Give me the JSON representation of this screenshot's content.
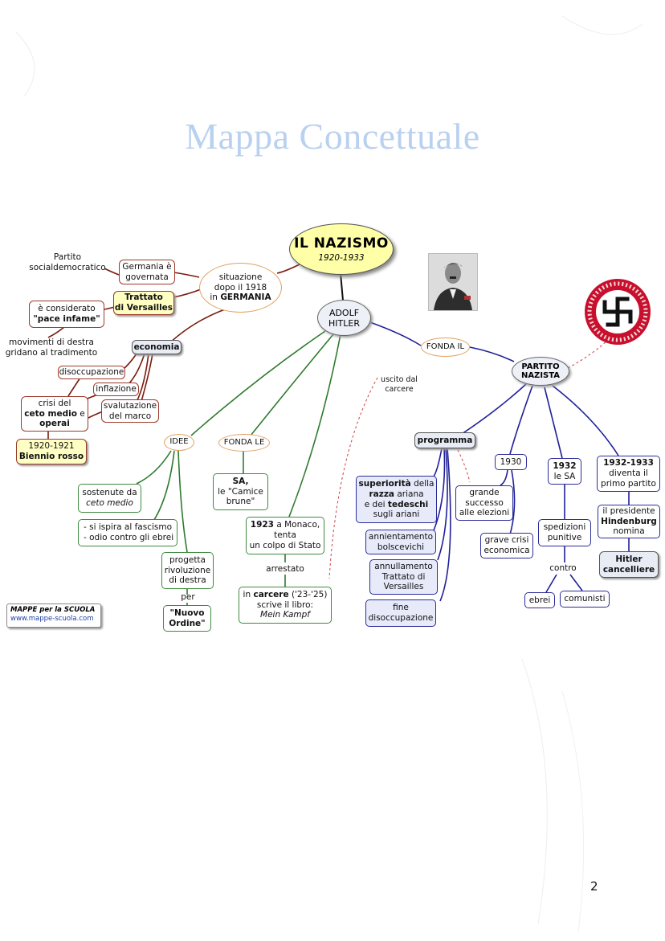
{
  "page": {
    "title": "Mappa Concettuale",
    "page_number": "2",
    "credit_line1": "MAPPE per la SCUOLA",
    "credit_line2": "www.mappe-scuola.com"
  },
  "map": {
    "main": {
      "title": "IL NAZISMO",
      "dates": "1920-1933"
    },
    "situazione": {
      "line1": "situazione",
      "line2": "dopo il 1918",
      "line3_prefix": "in ",
      "line3_bold": "GERMANIA"
    },
    "partito_socialdemocratico": {
      "line1": "Partito",
      "line2": "socialdemocratico"
    },
    "germania_governata": {
      "line1": "Germania è",
      "line2": "governata"
    },
    "trattato": {
      "line1": "Trattato",
      "line2": "di Versailles"
    },
    "considerato": {
      "line1": "è considerato",
      "line2": "\"pace infame\""
    },
    "movimenti": {
      "line1": "movimenti di destra",
      "line2": "gridano al tradimento"
    },
    "economia": "economia",
    "disoccupazione": "disoccupazione",
    "inflazione": "inflazione",
    "crisi": {
      "line1": "crisi del",
      "line2": "ceto medio",
      "line2_suffix": " e",
      "line3": "operai"
    },
    "svalutazione": {
      "line1": "svalutazione",
      "line2": "del marco"
    },
    "biennio": {
      "line1": "1920-1921",
      "line2": "Biennio rosso"
    },
    "hitler": {
      "line1": "ADOLF",
      "line2": "HITLER"
    },
    "idee": "IDEE",
    "fonda_le": "FONDA LE",
    "sa": {
      "line1": "SA,",
      "line2": "le \"Camice",
      "line3": "brune\""
    },
    "sostenute": {
      "line1": "sostenute da",
      "line2": "ceto medio"
    },
    "fascismo": {
      "line1": "- si ispira al fascismo",
      "line2": "- odio contro gli ebrei"
    },
    "progetta": {
      "line1": "progetta",
      "line2": "rivoluzione",
      "line3": "di destra"
    },
    "per": "per",
    "nuovo_ordine": {
      "line1": "\"Nuovo",
      "line2": "Ordine\""
    },
    "monaco": {
      "line1_bold": "1923",
      "line1_rest": " a Monaco,",
      "line2": "tenta",
      "line3": "un colpo di Stato"
    },
    "arrestato": "arrestato",
    "carcere": {
      "line1_prefix": "in ",
      "line1_bold": "carcere",
      "line1_rest": " ('23-'25)",
      "line2": "scrive il libro:",
      "line3": "Mein Kampf"
    },
    "fonda_il": "FONDA IL",
    "uscito": {
      "line1": "uscito dal",
      "line2": "carcere"
    },
    "partito": {
      "line1": "PARTITO",
      "line2": "NAZISTA"
    },
    "programma": "programma",
    "superiorita": {
      "l1_bold": "superiorità",
      "l1_rest": " della",
      "l2_bold": "razza",
      "l2_rest": " ariana",
      "l3_prefix": "e dei ",
      "l3_bold": "tedeschi",
      "l4": "sugli ariani"
    },
    "annientamento": {
      "line1": "annientamento",
      "line2": "bolscevichi"
    },
    "annullamento": {
      "line1": "annullamento",
      "line2": "Trattato di",
      "line3": "Versailles"
    },
    "fine": {
      "line1": "fine",
      "line2": "disoccupazione"
    },
    "grande": {
      "line1": "grande",
      "line2": "successo",
      "line3": "alle elezioni"
    },
    "y1930": "1930",
    "grave": {
      "line1": "grave crisi",
      "line2": "economica"
    },
    "y1932": {
      "line1": "1932",
      "line2": "le SA"
    },
    "spedizioni": {
      "line1": "spedizioni",
      "line2": "punitive"
    },
    "contro": "contro",
    "ebrei": "ebrei",
    "comunisti": "comunisti",
    "y1932_1933": {
      "line1": "1932-1933",
      "line2": "diventa il",
      "line3": "primo partito"
    },
    "presidente": {
      "line1": "il presidente",
      "line2": "Hindenburg",
      "line3": "nomina"
    },
    "cancelliere": {
      "line1": "Hitler",
      "line2": "cancelliere"
    }
  },
  "colors": {
    "title": "#b9d1f0",
    "brown": "#7a1b0f",
    "green": "#2f7a2f",
    "blue": "#1f1f9a",
    "red_dashed": "#d04040"
  },
  "icons": {
    "photo": "portrait-photo",
    "emblem": "party-emblem"
  }
}
